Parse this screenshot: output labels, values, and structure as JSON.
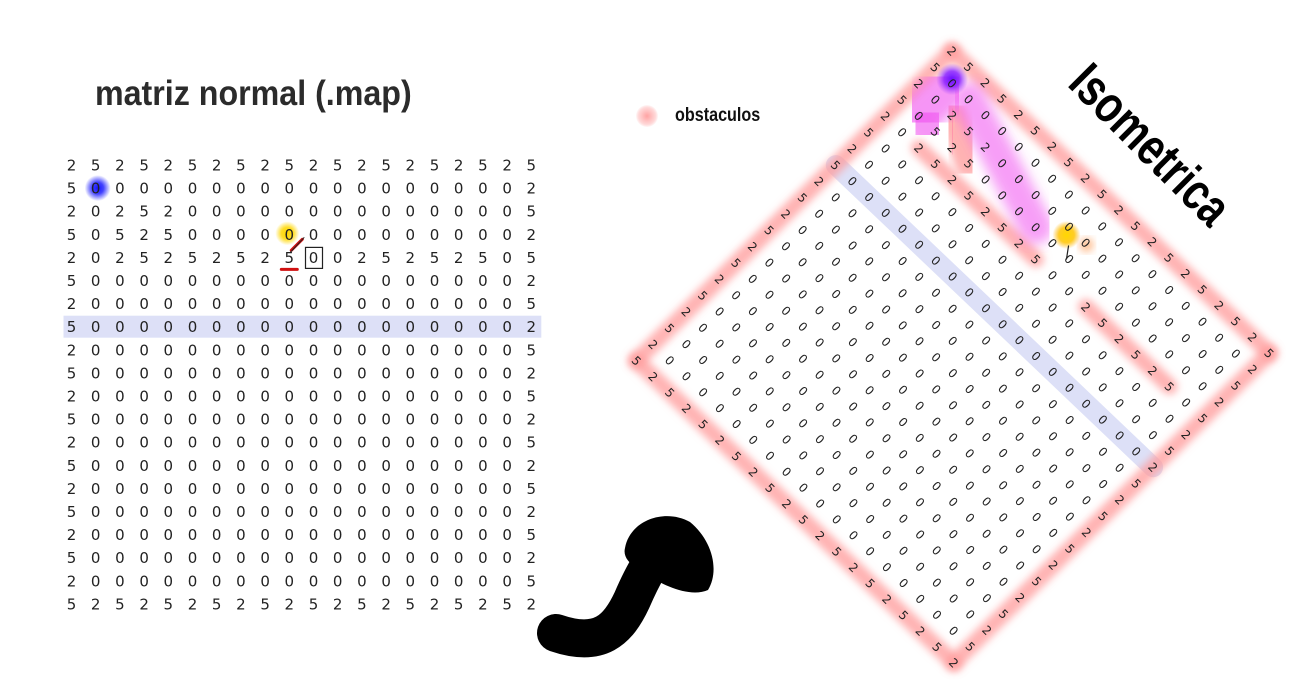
{
  "title_normal": "matriz normal (.map)",
  "title_iso": "Isometrica",
  "legend": {
    "label": "obstaculos",
    "color": "#ff8c8c"
  },
  "colors": {
    "obstacle_glow": "#ff9a9a",
    "start_marker": "#1515ff",
    "end_marker": "#ffd700",
    "highlight_row": "#dde0f7",
    "path_glow": "#f050f0",
    "arrow": "#000000"
  },
  "map": {
    "rows": [
      "2 5 2 5 2 5 2 5 2 5 2 5 2 5 2 5 2 5 2 5",
      "5 0 0 0 0 0 0 0 0 0 0 0 0 0 0 0 0 0 0 2",
      "2 0 2 5 2 0 0 0 0 0 0 0 0 0 0 0 0 0 0 5",
      "5 0 5 2 5 0 0 0 0 0 0 0 0 0 0 0 0 0 0 2",
      "2 0 2 5 2 5 2 5 2 5 0 0 2 5 2 5 2 5 0 5",
      "5 0 0 0 0 0 0 0 0 0 0 0 0 0 0 0 0 0 0 2",
      "2 0 0 0 0 0 0 0 0 0 0 0 0 0 0 0 0 0 0 5",
      "5 0 0 0 0 0 0 0 0 0 0 0 0 0 0 0 0 0 0 2",
      "2 0 0 0 0 0 0 0 0 0 0 0 0 0 0 0 0 0 0 5",
      "5 0 0 0 0 0 0 0 0 0 0 0 0 0 0 0 0 0 0 2",
      "2 0 0 0 0 0 0 0 0 0 0 0 0 0 0 0 0 0 0 5",
      "5 0 0 0 0 0 0 0 0 0 0 0 0 0 0 0 0 0 0 2",
      "2 0 0 0 0 0 0 0 0 0 0 0 0 0 0 0 0 0 0 5",
      "5 0 0 0 0 0 0 0 0 0 0 0 0 0 0 0 0 0 0 2",
      "2 0 0 0 0 0 0 0 0 0 0 0 0 0 0 0 0 0 0 5",
      "5 0 0 0 0 0 0 0 0 0 0 0 0 0 0 0 0 0 0 2",
      "2 0 0 0 0 0 0 0 0 0 0 0 0 0 0 0 0 0 0 5",
      "5 0 0 0 0 0 0 0 0 0 0 0 0 0 0 0 0 0 0 2",
      "2 0 0 0 0 0 0 0 0 0 0 0 0 0 0 0 0 0 0 5",
      "5 2 5 2 5 2 5 2 5 2 5 2 5 2 5 2 5 2 5 2"
    ],
    "highlight_row": 7,
    "start_cell": [
      1,
      1
    ],
    "end_cell": [
      3,
      9
    ],
    "boxed_cell": [
      4,
      10
    ],
    "underlined_cell": [
      4,
      9
    ]
  }
}
